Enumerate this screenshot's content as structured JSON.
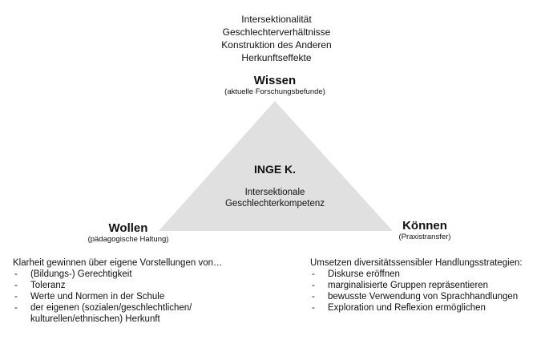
{
  "colors": {
    "triangle_fill": "#e0e0e0",
    "text": "#111111"
  },
  "top_concepts": [
    "Intersektionalität",
    "Geschlechterverhältnisse",
    "Konstruktion des Anderen",
    "Herkunftseffekte"
  ],
  "apex": {
    "title": "Wissen",
    "subtitle": "(aktuelle Forschungsbefunde)"
  },
  "center": {
    "title": "INGE K.",
    "line1": "Intersektionale",
    "line2": "Geschlechterkompetenz"
  },
  "left": {
    "title": "Wollen",
    "subtitle": "(pädagogische Haltung)",
    "lead": "Klarheit gewinnen über eigene Vorstellungen von…",
    "items": [
      "(Bildungs-) Gerechtigkeit",
      "Toleranz",
      "Werte und Normen in der Schule",
      "der eigenen (sozialen/geschlechtlichen/"
    ],
    "continuation": "kulturellen/ethnischen) Herkunft"
  },
  "right": {
    "title": "Können",
    "subtitle": "(Praxistransfer)",
    "lead": "Umsetzen diversitätssensibler Handlungsstrategien:",
    "items": [
      "Diskurse eröffnen",
      "marginalisierte Gruppen repräsentieren",
      "bewusste Verwendung von Sprachhandlungen",
      "Exploration und Reflexion ermöglichen"
    ]
  }
}
